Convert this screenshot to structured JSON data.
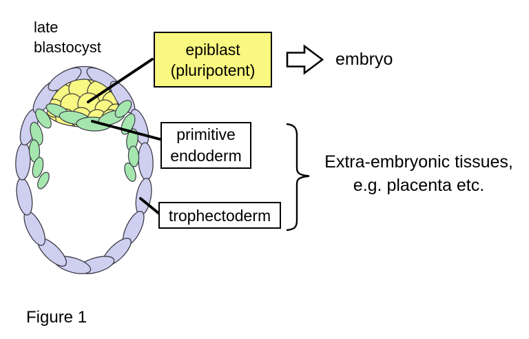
{
  "header": {
    "title_line1": "late",
    "title_line2": "blastocyst"
  },
  "boxes": {
    "epiblast": {
      "line1": "epiblast",
      "line2": "(pluripotent)",
      "fill": "#f9f880"
    },
    "primitive_endoderm": {
      "line1": "primitive",
      "line2": "endoderm",
      "fill": "#ffffff"
    },
    "trophectoderm": {
      "label": "trophectoderm",
      "fill": "#ffffff"
    }
  },
  "arrow_target": {
    "label": "embryo"
  },
  "bracket_note": {
    "line1": "Extra-embryonic tissues,",
    "line2": "e.g. placenta etc."
  },
  "caption": "Figure 1",
  "cell_colors": {
    "trophectoderm_cells": "#cfcff0",
    "epiblast_cells": "#f8f884",
    "primitive_endoderm_cells": "#a5e6ae",
    "outline": "#3a3a46"
  }
}
